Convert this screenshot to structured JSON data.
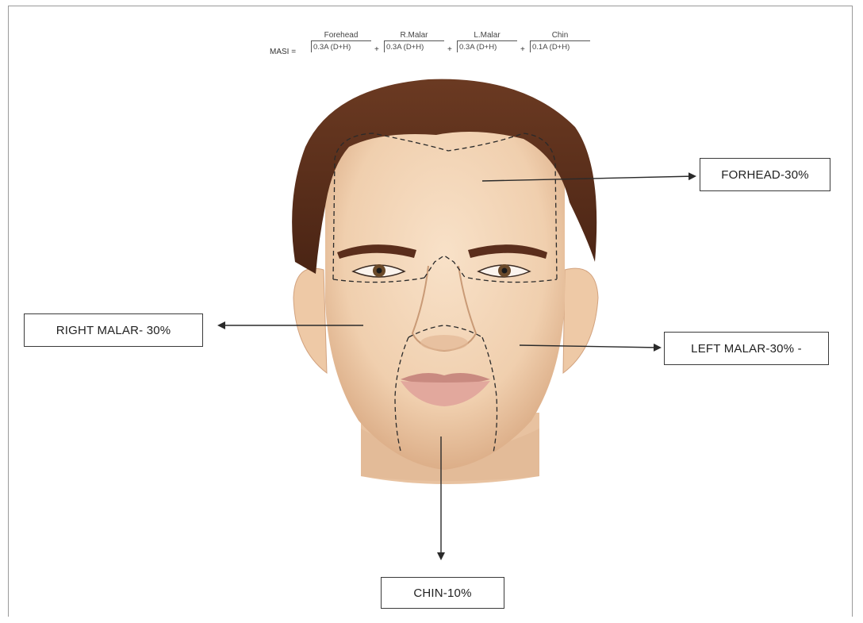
{
  "formula": {
    "lhs": "MASI =",
    "terms": [
      {
        "region": "Forehead",
        "expr": "0.3A (D+H)"
      },
      {
        "region": "R.Malar",
        "expr": "0.3A (D+H)"
      },
      {
        "region": "L.Malar",
        "expr": "0.3A (D+H)"
      },
      {
        "region": "Chin",
        "expr": "0.1A (D+H)"
      }
    ],
    "plus": "+"
  },
  "labels": {
    "forehead": "FORHEAD-30%",
    "right_malar": "RIGHT MALAR- 30%",
    "left_malar": "LEFT MALAR-30% -",
    "chin": "CHIN-10%"
  },
  "colors": {
    "skin": "#f2d2b4",
    "skin_shadow": "#e2b592",
    "hair": "#5b2e1c",
    "lips": "#d99a8f",
    "line": "#2a2a2a"
  }
}
